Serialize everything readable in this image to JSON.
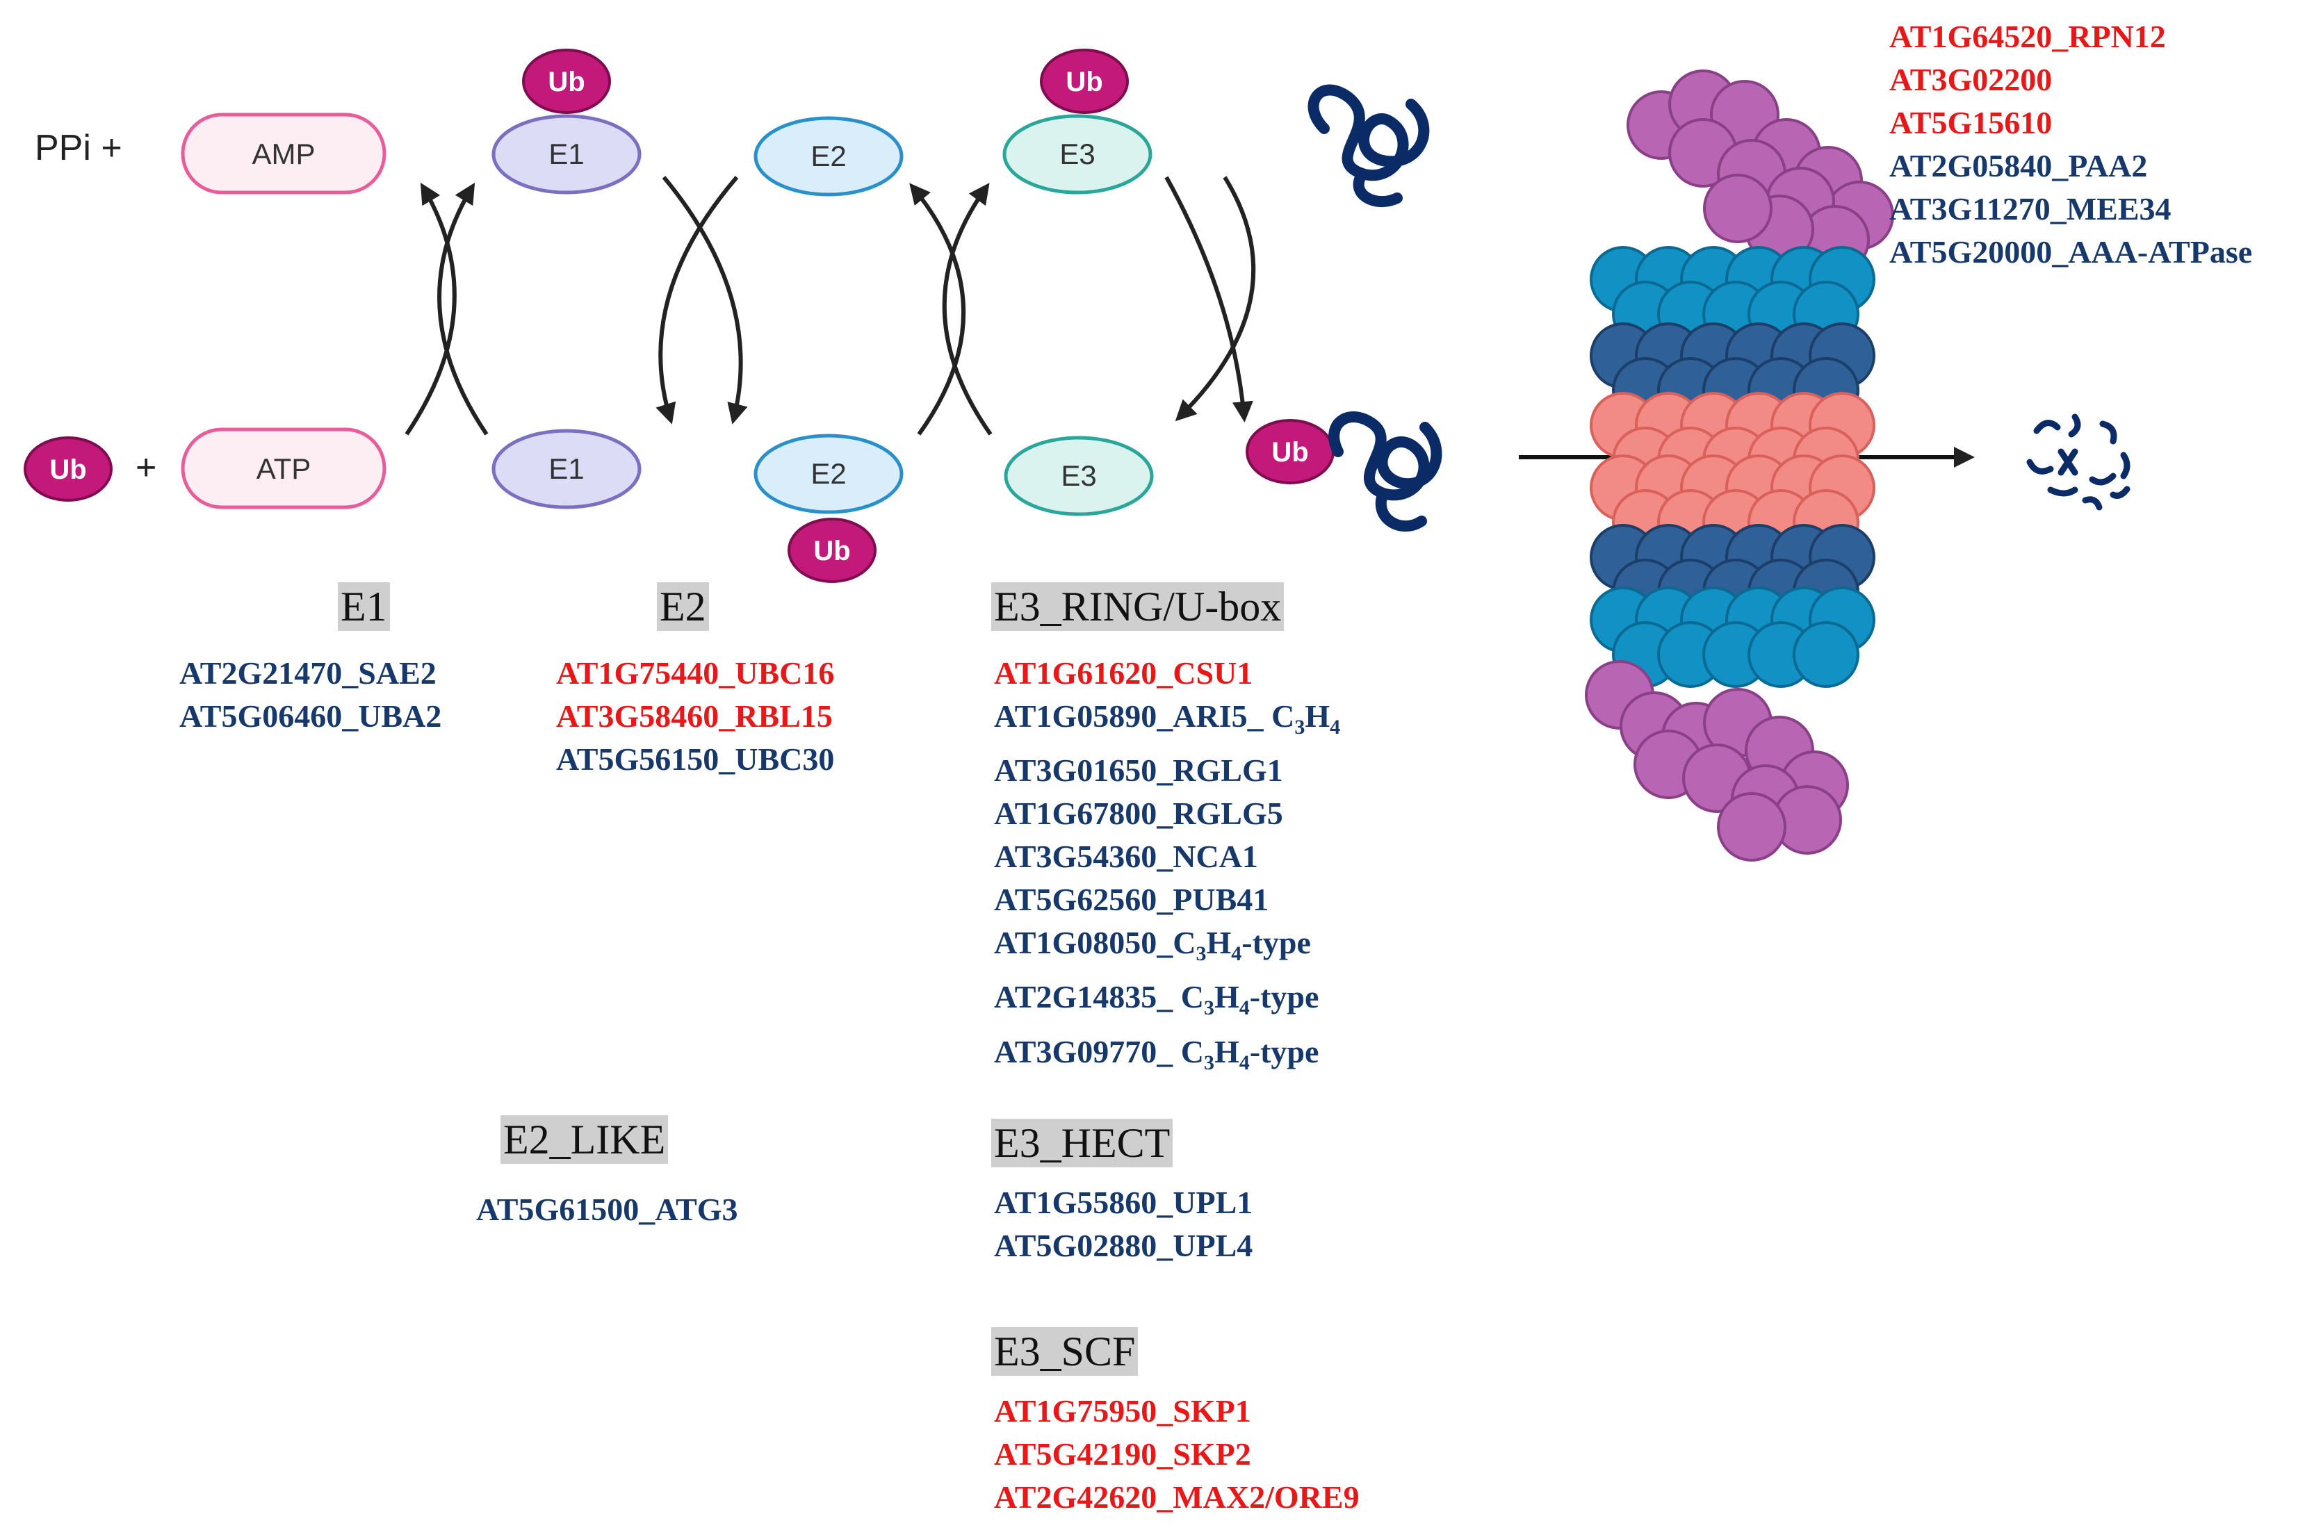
{
  "reaction": {
    "ppi": "PPi +",
    "amp": "AMP",
    "atp": "ATP",
    "plus": "+",
    "ub": "Ub",
    "e1": "E1",
    "e2": "E2",
    "e3": "E3"
  },
  "proteasome_genes": [
    {
      "text": "AT1G64520_RPN12",
      "color": "red"
    },
    {
      "text": "AT3G02200",
      "color": "red"
    },
    {
      "text": "AT5G15610",
      "color": "red"
    },
    {
      "text": "AT2G05840_PAA2",
      "color": "blue"
    },
    {
      "text": "AT3G11270_MEE34",
      "color": "blue"
    },
    {
      "text": "AT5G20000_AAA-ATPase",
      "color": "blue"
    }
  ],
  "groups": {
    "e1": {
      "title": "E1",
      "genes": [
        {
          "text": "AT2G21470_SAE2",
          "color": "blue"
        },
        {
          "text": "AT5G06460_UBA2",
          "color": "blue"
        }
      ]
    },
    "e2": {
      "title": "E2",
      "genes": [
        {
          "text": "AT1G75440_UBC16",
          "color": "red"
        },
        {
          "text": "AT3G58460_RBL15",
          "color": "red"
        },
        {
          "text": "AT5G56150_UBC30",
          "color": "blue"
        }
      ]
    },
    "e2_like": {
      "title": "E2_LIKE",
      "genes": [
        {
          "text": "AT5G61500_ATG3",
          "color": "blue"
        }
      ]
    },
    "e3_ring": {
      "title": "E3_RING/U-box",
      "genes": [
        {
          "text": "AT1G61620_CSU1",
          "color": "red"
        },
        {
          "text": "AT1G05890_ARI5_ C3H4",
          "color": "blue"
        },
        {
          "text": "AT3G01650_RGLG1",
          "color": "blue"
        },
        {
          "text": "AT1G67800_RGLG5",
          "color": "blue"
        },
        {
          "text": "AT3G54360_NCA1",
          "color": "blue"
        },
        {
          "text": "AT5G62560_PUB41",
          "color": "blue"
        },
        {
          "text": "AT1G08050_C3H4-type",
          "color": "blue"
        },
        {
          "text": "AT2G14835_ C3H4-type",
          "color": "blue"
        },
        {
          "text": "AT3G09770_ C3H4-type",
          "color": "blue"
        }
      ]
    },
    "e3_hect": {
      "title": "E3_HECT",
      "genes": [
        {
          "text": "AT1G55860_UPL1",
          "color": "blue"
        },
        {
          "text": "AT5G02880_UPL4",
          "color": "blue"
        }
      ]
    },
    "e3_scf": {
      "title": "E3_SCF",
      "genes": [
        {
          "text": "AT1G75950_SKP1",
          "color": "red"
        },
        {
          "text": "AT5G42190_SKP2",
          "color": "red"
        },
        {
          "text": "AT2G42620_MAX2/ORE9",
          "color": "red"
        }
      ]
    }
  },
  "colors": {
    "red": "#e81818",
    "blue": "#17386b",
    "ub": "#c2197a",
    "proteasome_purple": "#b866b3",
    "proteasome_cyan": "#1191c4",
    "proteasome_navy": "#2f6098",
    "proteasome_salmon": "#f28a85",
    "substrate": "#0b2b66"
  }
}
